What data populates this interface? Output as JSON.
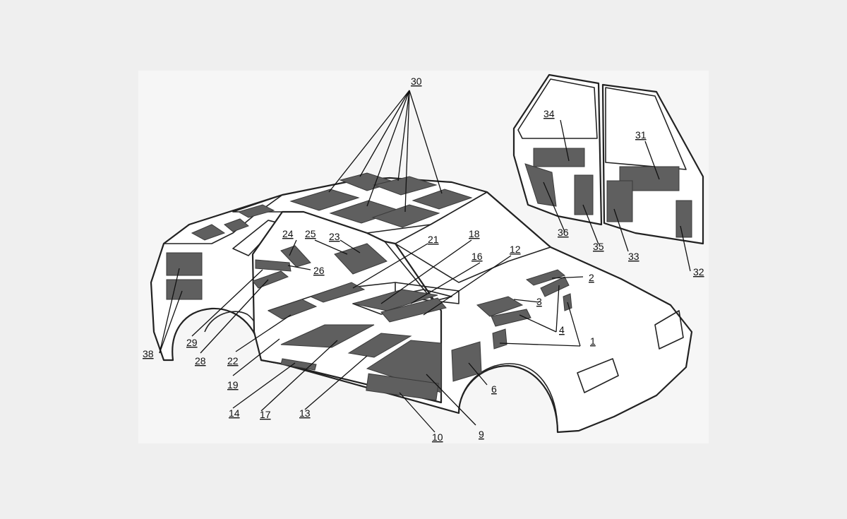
{
  "figure": {
    "background": "#efefef",
    "pad_color": "#5f5f5f",
    "line_color": "#222222"
  },
  "callouts": [
    {
      "id": "c30",
      "text": "30"
    },
    {
      "id": "c34",
      "text": "34"
    },
    {
      "id": "c31",
      "text": "31"
    },
    {
      "id": "c36",
      "text": "36"
    },
    {
      "id": "c35",
      "text": "35"
    },
    {
      "id": "c33",
      "text": "33"
    },
    {
      "id": "c32",
      "text": "32"
    },
    {
      "id": "c24",
      "text": "24"
    },
    {
      "id": "c25",
      "text": "25"
    },
    {
      "id": "c23",
      "text": "23"
    },
    {
      "id": "c21",
      "text": "21"
    },
    {
      "id": "c18",
      "text": "18"
    },
    {
      "id": "c16",
      "text": "16"
    },
    {
      "id": "c12",
      "text": "12"
    },
    {
      "id": "c26",
      "text": "26"
    },
    {
      "id": "c2",
      "text": "2"
    },
    {
      "id": "c3",
      "text": "3"
    },
    {
      "id": "c4",
      "text": "4"
    },
    {
      "id": "c1",
      "text": "1"
    },
    {
      "id": "c6",
      "text": "6"
    },
    {
      "id": "c9",
      "text": "9"
    },
    {
      "id": "c10",
      "text": "10"
    },
    {
      "id": "c13",
      "text": "13"
    },
    {
      "id": "c17",
      "text": "17"
    },
    {
      "id": "c14",
      "text": "14"
    },
    {
      "id": "c19",
      "text": "19"
    },
    {
      "id": "c22",
      "text": "22"
    },
    {
      "id": "c28",
      "text": "28"
    },
    {
      "id": "c29",
      "text": "29"
    },
    {
      "id": "c38",
      "text": "38"
    }
  ]
}
